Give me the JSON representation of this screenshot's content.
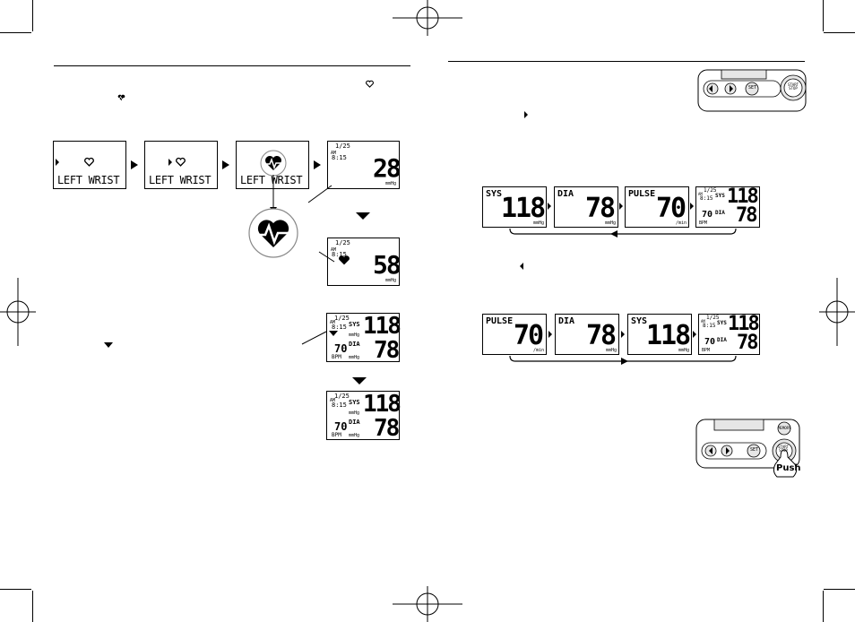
{
  "wrist_label": "LEFT WRIST",
  "inflate_values": [
    "28",
    "58"
  ],
  "inflate_unit": "mmHg",
  "lcd_date": "1/25",
  "lcd_ampm": "AM",
  "lcd_time": "8:15",
  "labels": {
    "sys": "SYS",
    "dia": "DIA",
    "pulse": "PULSE",
    "bpm": "BPM",
    "mmhg": "mmHg",
    "min": "/min"
  },
  "readings": {
    "sys": "118",
    "dia": "78",
    "pulse": "70"
  },
  "device_buttons": {
    "set": "SET",
    "start_stop": "START STOP",
    "memory": "MEMORY",
    "push": "Push"
  },
  "icons": [
    "heart-outline-icon",
    "heart-beat-icon",
    "right-triangle-icon",
    "left-triangle-icon",
    "down-triangle-icon",
    "down-arrow-icon"
  ],
  "colors": {
    "ink": "#000000",
    "paper": "#ffffff",
    "device_gray": "#e6e6e6"
  }
}
